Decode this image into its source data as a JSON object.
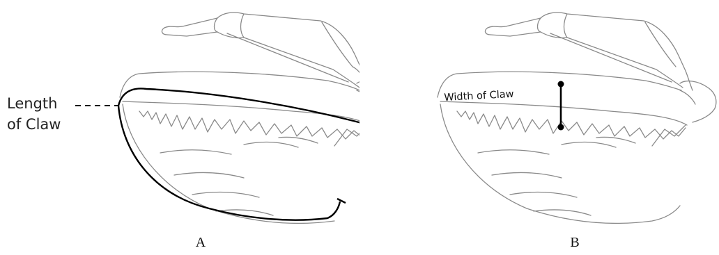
{
  "panels": [
    {
      "id": "A",
      "letter": "A",
      "measurement_label": [
        "Length",
        "of Claw"
      ]
    },
    {
      "id": "B",
      "letter": "B",
      "measurement_label": "Width of Claw"
    }
  ],
  "colors": {
    "outline": "#8a8a8a",
    "measure": "#000000",
    "text": "#222222"
  }
}
